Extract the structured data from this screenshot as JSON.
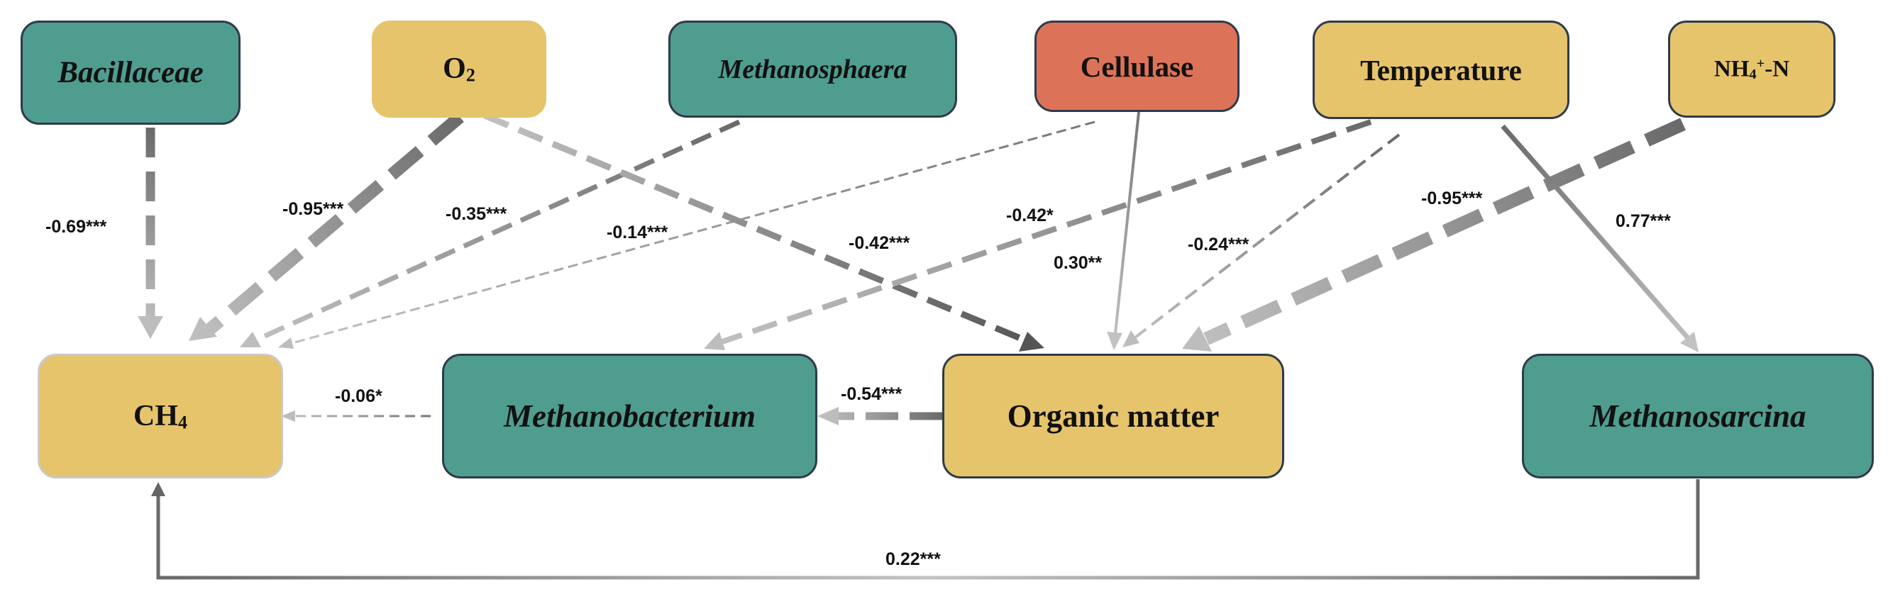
{
  "nodes": {
    "bacillaceae": {
      "label": "Bacillaceae",
      "fill": "#4f9d8f"
    },
    "o2": {
      "label": "O",
      "sub": "2",
      "fill": "#e6c46c"
    },
    "methanosphaera": {
      "label": "Methanosphaera",
      "fill": "#4f9d8f"
    },
    "cellulase": {
      "label": "Cellulase",
      "fill": "#dc7358"
    },
    "temperature": {
      "label": "Temperature",
      "fill": "#e6c46c"
    },
    "nh4": {
      "label": "NH",
      "sub": "4",
      "sup": "+",
      "suffix": "-N",
      "fill": "#e6c46c"
    },
    "ch4": {
      "label": "CH",
      "sub": "4",
      "fill": "#e6c46c"
    },
    "methanobacterium": {
      "label": "Methanobacterium",
      "fill": "#4f9d8f"
    },
    "organic_matter": {
      "label": "Organic matter",
      "fill": "#e6c46c"
    },
    "methanosarcina": {
      "label": "Methanosarcina",
      "fill": "#4f9d8f"
    }
  },
  "edges": [
    {
      "from": "Bacillaceae",
      "to": "CH4",
      "label": "-0.69***",
      "sign": "negative"
    },
    {
      "from": "O2",
      "to": "CH4",
      "label": "-0.95***",
      "sign": "negative"
    },
    {
      "from": "Methanosphaera",
      "to": "CH4",
      "label": "-0.35***",
      "sign": "negative"
    },
    {
      "from": "Cellulase",
      "to": "CH4",
      "label": "-0.14***",
      "sign": "negative"
    },
    {
      "from": "O2",
      "to": "Organic matter",
      "label": "-0.42***",
      "sign": "negative"
    },
    {
      "from": "Temperature",
      "to": "Methanobacterium",
      "label": "-0.42*",
      "sign": "negative"
    },
    {
      "from": "Cellulase",
      "to": "Organic matter",
      "label": "0.30**",
      "sign": "positive"
    },
    {
      "from": "Temperature",
      "to": "Organic matter",
      "label": "-0.24***",
      "sign": "negative"
    },
    {
      "from": "NH4+-N",
      "to": "Organic matter",
      "label": "-0.95***",
      "sign": "negative"
    },
    {
      "from": "Temperature",
      "to": "Methanosarcina",
      "label": "0.77***",
      "sign": "positive"
    },
    {
      "from": "Methanobacterium",
      "to": "CH4",
      "label": "-0.06*",
      "sign": "negative"
    },
    {
      "from": "Organic matter",
      "to": "Methanobacterium",
      "label": "-0.54***",
      "sign": "negative"
    },
    {
      "from": "Methanosarcina",
      "to": "CH4",
      "label": "0.22***",
      "sign": "positive"
    }
  ]
}
